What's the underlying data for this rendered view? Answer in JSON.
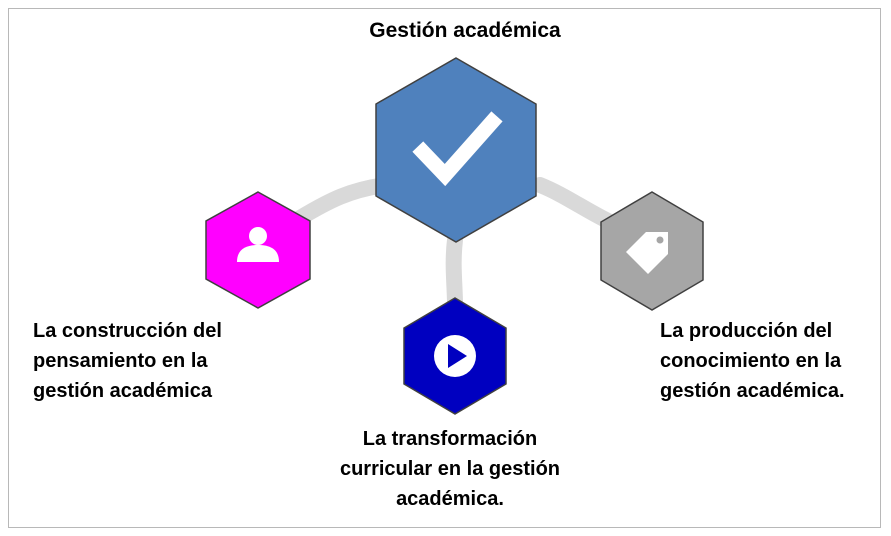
{
  "title": "Gestión académica",
  "nodes": [
    {
      "id": "center",
      "icon": "checkmark-icon",
      "color": "#4F81BD"
    },
    {
      "id": "left",
      "icon": "person-icon",
      "color": "#FF00FF",
      "label": "La construcción del\npensamiento en la\ngestión académica"
    },
    {
      "id": "bottom",
      "icon": "play-icon",
      "color": "#0000C0",
      "label": "La transformación\ncurricular en la gestión\nacadémica."
    },
    {
      "id": "right",
      "icon": "tag-icon",
      "color": "#A6A6A6",
      "label": "La producción del\nconocimiento en la\ngestión académica."
    }
  ],
  "connector_color": "#D9D9D9",
  "outline_color": "#404040"
}
